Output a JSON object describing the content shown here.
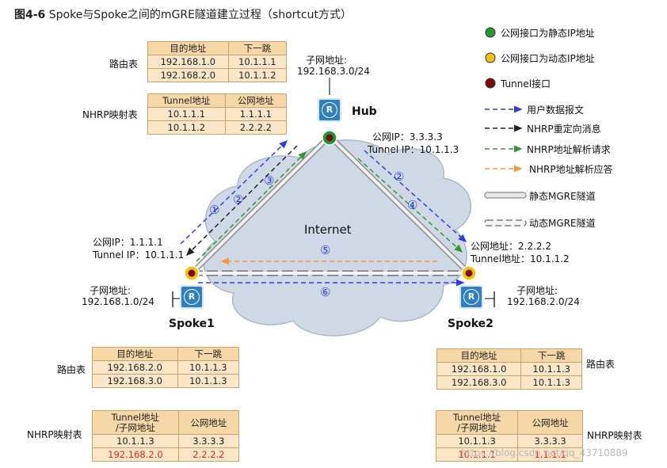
{
  "title": {
    "prefix": "图4-6",
    "text": "Spoke与Spoke之间的mGRE隧道建立过程（shortcut方式）"
  },
  "legend": [
    {
      "label": "公网接口为静态IP地址",
      "icon": "static-ip-dot-icon",
      "color": "#1f9a2e"
    },
    {
      "label": "公网接口为动态IP地址",
      "icon": "dynamic-ip-dot-icon",
      "color": "#f5c400"
    },
    {
      "label": "Tunnel接口",
      "icon": "tunnel-interface-dot-icon",
      "color": "#7a0b0b"
    },
    {
      "label": "用户数据报文",
      "icon": "blue-dashed-arrow-icon",
      "color": "#2b3ee6"
    },
    {
      "label": "NHRP重定向消息",
      "icon": "black-dashed-arrow-icon",
      "color": "#222222"
    },
    {
      "label": "NHRP地址解析请求",
      "icon": "green-dashed-arrow-icon",
      "color": "#2e9a2e"
    },
    {
      "label": "NHRP地址解析应答",
      "icon": "orange-dashed-arrow-icon",
      "color": "#f39a3c"
    },
    {
      "label": "静态MGRE隧道",
      "icon": "static-tunnel-icon"
    },
    {
      "label": "动态MGRE隧道",
      "icon": "dynamic-tunnel-icon"
    }
  ],
  "hub": {
    "name": "Hub",
    "subnet_label": "子网地址:",
    "subnet": "192.168.3.0/24",
    "public_ip": "公网IP：3.3.3.3",
    "tunnel_ip": "Tunnel IP：10.1.1.3",
    "route_table": {
      "label": "路由表",
      "headers": [
        "目的地址",
        "下一跳"
      ],
      "rows": [
        [
          "192.168.1.0",
          "10.1.1.1"
        ],
        [
          "192.168.2.0",
          "10.1.1.2"
        ]
      ]
    },
    "nhrp_table": {
      "label": "NHRP映射表",
      "headers": [
        "Tunnel地址",
        "公网地址"
      ],
      "rows": [
        [
          "10.1.1.1",
          "1.1.1.1"
        ],
        [
          "10.1.1.2",
          "2.2.2.2"
        ]
      ]
    }
  },
  "spoke1": {
    "name": "Spoke1",
    "subnet_label": "子网地址:",
    "subnet": "192.168.1.0/24",
    "public_ip": "公网IP：1.1.1.1",
    "tunnel_ip": "Tunnel IP：10.1.1.1",
    "route_table": {
      "label": "路由表",
      "headers": [
        "目的地址",
        "下一跳"
      ],
      "rows": [
        [
          "192.168.2.0",
          "10.1.1.3"
        ],
        [
          "192.168.3.0",
          "10.1.1.3"
        ]
      ]
    },
    "nhrp_table": {
      "label": "NHRP映射表",
      "headers": [
        "Tunnel地址\n/子网地址",
        "公网地址"
      ],
      "rows": [
        [
          "10.1.1.3",
          "3.3.3.3"
        ],
        [
          "192.168.2.0",
          "2.2.2.2"
        ]
      ]
    }
  },
  "spoke2": {
    "name": "Spoke2",
    "subnet_label": "子网地址:",
    "subnet": "192.168.2.0/24",
    "public_ip": "公网地址：2.2.2.2",
    "tunnel_ip": "Tunnel地址：10.1.1.2",
    "route_table": {
      "label": "路由表",
      "headers": [
        "目的地址",
        "下一跳"
      ],
      "rows": [
        [
          "192.168.1.0",
          "10.1.1.3"
        ],
        [
          "192.168.3.0",
          "10.1.1.3"
        ]
      ]
    },
    "nhrp_table": {
      "label": "NHRP映射表",
      "headers": [
        "Tunnel地址\n/子网地址",
        "公网地址"
      ],
      "rows": [
        [
          "10.1.1.3",
          "3.3.3.3"
        ],
        [
          "10.1.1.1",
          "1.1.1.1"
        ]
      ]
    }
  },
  "cloud_label": "Internet",
  "steps": [
    "①",
    "②",
    "③",
    "②",
    "④",
    "⑤",
    "⑥"
  ],
  "watermark": "https://blog.csdn.net/qq_43710889"
}
